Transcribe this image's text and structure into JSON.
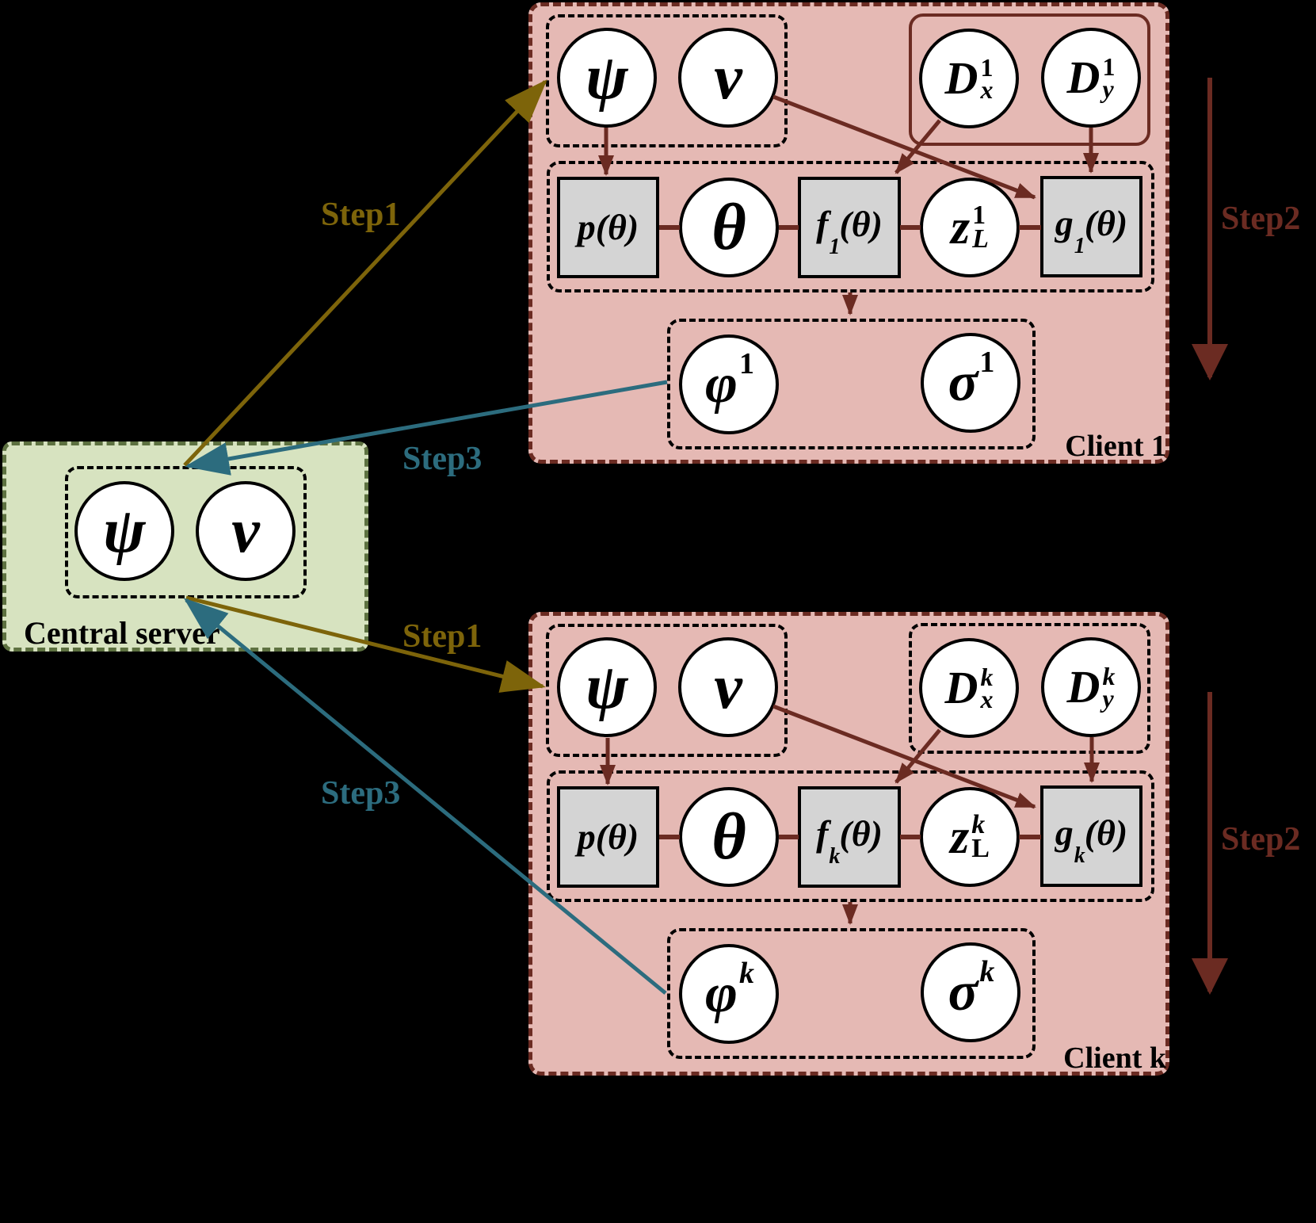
{
  "palette": {
    "step1": "#7d640a",
    "step2": "#6b2b22",
    "step3": "#2c6c7e",
    "arrow": "#6b2b22",
    "client_fill": "#e5b9b4",
    "client_border": "#6b2b22",
    "server_fill": "#d7e3c0",
    "server_border": "#5d7140",
    "node_fill": "#ffffff",
    "square_fill": "#d4d4d4"
  },
  "server": {
    "label": "Central server",
    "psi": "ψ",
    "nu": "ν"
  },
  "clients": [
    {
      "label": "Client 1",
      "psi": "ψ",
      "nu": "ν",
      "dx": {
        "base": "D",
        "sup": "1",
        "sub": "x"
      },
      "dy": {
        "base": "D",
        "sup": "1",
        "sub": "y"
      },
      "p": "p(θ)",
      "theta": "θ",
      "f": {
        "base": "f",
        "sub": "1",
        "arg": "(θ)"
      },
      "z": {
        "base": "z",
        "sup": "1",
        "sub": "L"
      },
      "g": {
        "base": "g",
        "sub": "1",
        "arg": "(θ)"
      },
      "phi": {
        "base": "φ",
        "sup": "1"
      },
      "sigma": {
        "base": "σ",
        "sup": "1"
      }
    },
    {
      "label": "Client k",
      "psi": "ψ",
      "nu": "ν",
      "dx": {
        "base": "D",
        "sup": "k",
        "sub": "x"
      },
      "dy": {
        "base": "D",
        "sup": "k",
        "sub": "y"
      },
      "p": "p(θ)",
      "theta": "θ",
      "f": {
        "base": "f",
        "sub": "k",
        "arg": "(θ)"
      },
      "z": {
        "base": "z",
        "sup": "k",
        "sub": "L"
      },
      "g": {
        "base": "g",
        "sub": "k",
        "arg": "(θ)"
      },
      "phi": {
        "base": "φ",
        "sup": "k"
      },
      "sigma": {
        "base": "σ",
        "sup": "k"
      }
    }
  ],
  "steps": {
    "step1": "Step1",
    "step2": "Step2",
    "step3": "Step3"
  }
}
